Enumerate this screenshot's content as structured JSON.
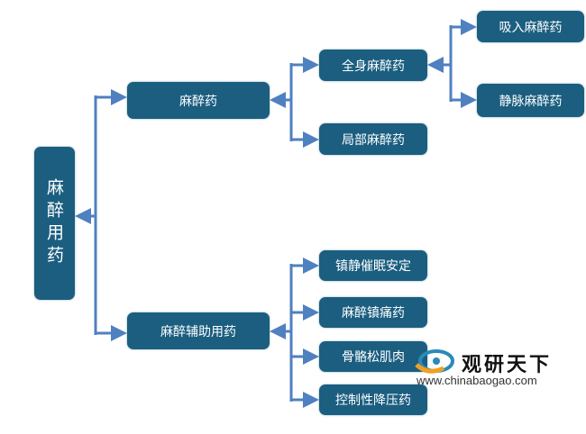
{
  "root": "麻醉用药",
  "level1": [
    {
      "label": "麻醉药"
    },
    {
      "label": "麻醉辅助用药"
    }
  ],
  "anesthetics": [
    {
      "label": "全身麻醉药"
    },
    {
      "label": "局部麻醉药"
    }
  ],
  "general_anesthetics": [
    {
      "label": "吸入麻醉药"
    },
    {
      "label": "静脉麻醉药"
    }
  ],
  "adjuvants": [
    {
      "label": "镇静催眠安定"
    },
    {
      "label": "麻醉镇痛药"
    },
    {
      "label": "骨骼松肌肉"
    },
    {
      "label": "控制性降压药"
    }
  ],
  "watermark": {
    "name": "观研天下",
    "url": "www.chinabaogao.com"
  },
  "colors": {
    "box": "#1b5e80",
    "connector": "#4f80c0"
  }
}
